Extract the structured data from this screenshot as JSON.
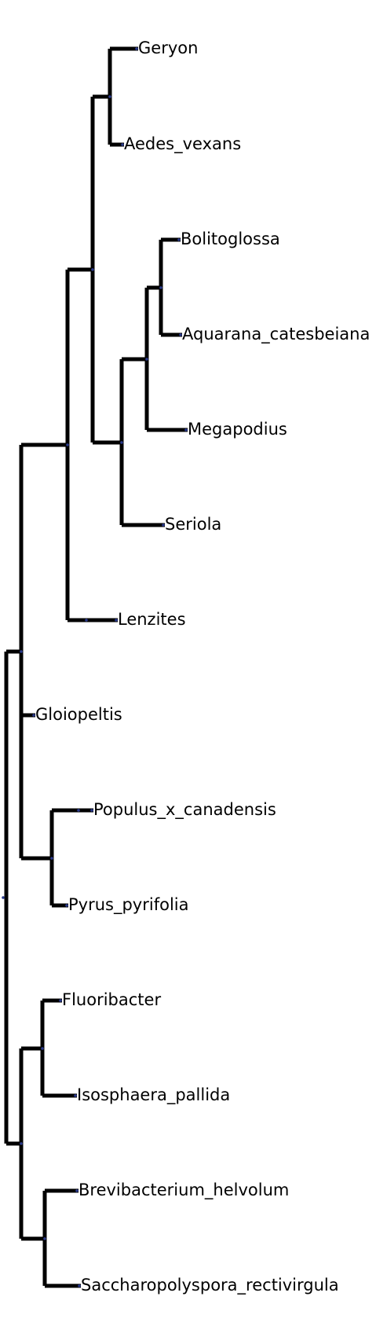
{
  "tree": {
    "line_color": "#000000",
    "node_marker_color": "#2a3a8c",
    "leaves": [
      {
        "id": "geryon",
        "label": "Geryon"
      },
      {
        "id": "aedes",
        "label": "Aedes_vexans"
      },
      {
        "id": "bolitoglossa",
        "label": "Bolitoglossa"
      },
      {
        "id": "aquarana",
        "label": "Aquarana_catesbeiana"
      },
      {
        "id": "megapodius",
        "label": "Megapodius"
      },
      {
        "id": "seriola",
        "label": "Seriola"
      },
      {
        "id": "lenzites",
        "label": "Lenzites"
      },
      {
        "id": "gloiopeltis",
        "label": "Gloiopeltis"
      },
      {
        "id": "populus",
        "label": "Populus_x_canadensis"
      },
      {
        "id": "pyrus",
        "label": "Pyrus_pyrifolia"
      },
      {
        "id": "fluoribacter",
        "label": "Fluoribacter"
      },
      {
        "id": "isosphaera",
        "label": "Isosphaera_pallida"
      },
      {
        "id": "brevibacterium",
        "label": "Brevibacterium_helvolum"
      },
      {
        "id": "saccharopolyspora",
        "label": "Saccharopolyspora_rectivirgula"
      }
    ]
  }
}
